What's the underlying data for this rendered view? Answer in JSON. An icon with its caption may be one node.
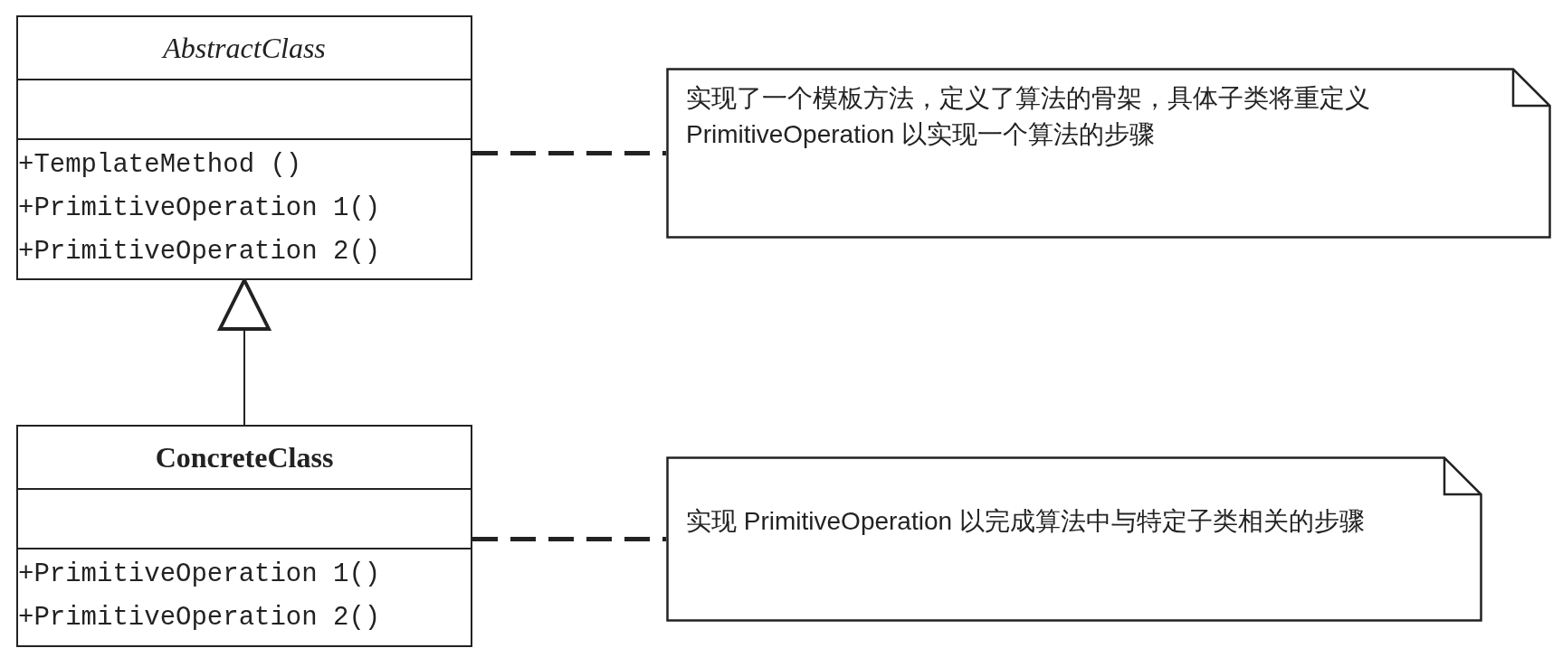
{
  "diagram": {
    "nodes": [
      {
        "text": [
          "AbstractClass",
          "+TemplateMethod ()",
          "+PrimitiveOperation 1()",
          "+PrimitiveOperation 2()"
        ]
      },
      {
        "text": [
          "实现了一个模板方法，定义了算法的骨架，具体子类将重定义 PrimitiveOperation 以实现一个算法的步骤"
        ]
      },
      {
        "text": [
          "ConcreteClass",
          "+PrimitiveOperation 1()",
          "+PrimitiveOperation 2()"
        ]
      },
      {
        "text": [
          "实现 PrimitiveOperation 以完成算法中与特定子类相关的步骤"
        ]
      }
    ],
    "edges": [
      {
        "from": 2,
        "to": 0,
        "arrow": "to"
      },
      {
        "from": 0,
        "to": 1,
        "arrow": "none",
        "style": "dashed"
      },
      {
        "from": 2,
        "to": 3,
        "arrow": "none",
        "style": "dashed"
      }
    ]
  }
}
